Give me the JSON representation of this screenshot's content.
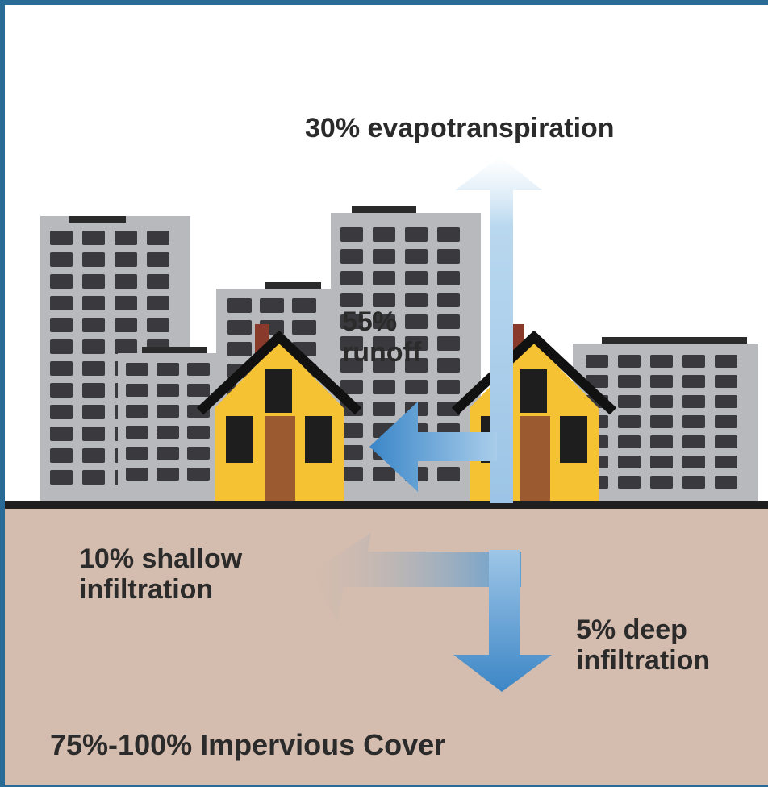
{
  "colors": {
    "frame": "#2a6a96",
    "ground": "#d4bcae",
    "ground_line": "#1f1f1f",
    "building": "#b8b9bd",
    "window": "#3a3a3e",
    "house_wall": "#f4c232",
    "roof": "#111111",
    "door": "#9b5a30",
    "chimney": "#8a3a2a",
    "arrow_light": "#a9cdea",
    "arrow_mid": "#5f9fd2",
    "arrow_dark": "#3c86c6"
  },
  "labels": {
    "evapotranspiration": "30% evapotranspiration",
    "runoff_line1": "55%",
    "runoff_line2": "runoff",
    "shallow_line1": "10% shallow",
    "shallow_line2": "infiltration",
    "deep_line1": "5% deep",
    "deep_line2": "infiltration",
    "cover": "75%-100% Impervious Cover"
  },
  "icons": {
    "evapotranspiration_arrow": "arrow-up-icon",
    "runoff_arrow": "arrow-left-icon",
    "shallow_infiltration_arrow": "arrow-left-icon",
    "deep_infiltration_arrow": "arrow-down-icon",
    "house": "house-icon",
    "building": "building-icon"
  }
}
